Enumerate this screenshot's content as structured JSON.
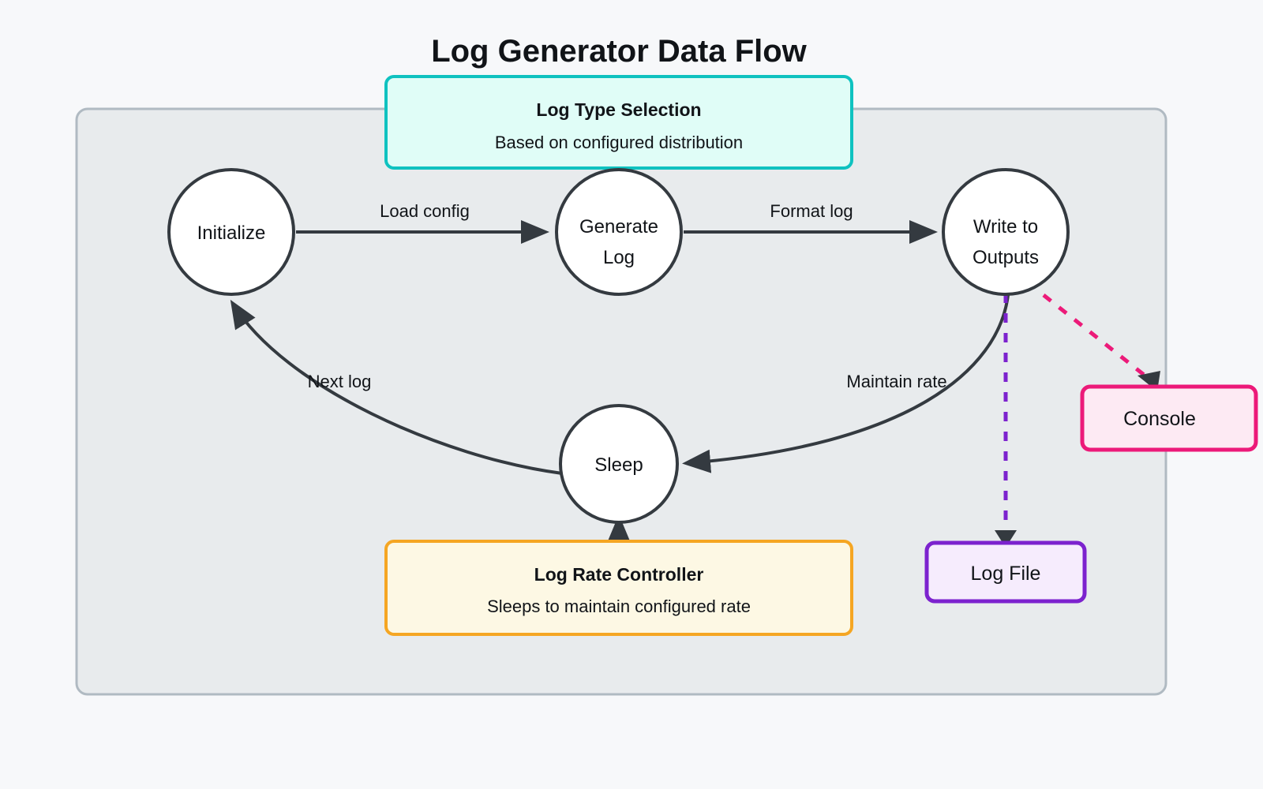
{
  "page": {
    "title": "Log Generator Data Flow",
    "background_color": "#f7f8fa"
  },
  "container": {
    "name": "subgraph-container",
    "fill": "#e8ebed",
    "stroke": "#b0bac2"
  },
  "theme": {
    "node_stroke": "#343a40",
    "node_fill": "#ffffff",
    "edge_color": "#343a40",
    "teal_border": "#0fc2c0",
    "teal_fill": "#e0fdf7",
    "orange_border": "#f5a623",
    "orange_fill": "#fdf8e4",
    "pink_border": "#ec1a79",
    "pink_fill": "#fdeaf3",
    "purple_border": "#7c22ce",
    "purple_fill": "#f6ecfd",
    "purple_dash": "#7c22ce",
    "pink_dash": "#ec1a79"
  },
  "nodes": {
    "initialize": {
      "label": "Initialize",
      "shape": "circle"
    },
    "generate_log": {
      "label_line1": "Generate",
      "label_line2": "Log",
      "shape": "circle"
    },
    "write_to_outputs": {
      "label_line1": "Write to",
      "label_line2": "Outputs",
      "shape": "circle"
    },
    "sleep": {
      "label": "Sleep",
      "shape": "circle"
    }
  },
  "boxes": {
    "log_type_selection": {
      "title": "Log Type Selection",
      "subtitle": "Based on configured distribution",
      "color": "teal"
    },
    "log_rate_controller": {
      "title": "Log Rate Controller",
      "subtitle": "Sleeps to maintain configured rate",
      "color": "orange"
    },
    "console": {
      "label": "Console",
      "color": "pink"
    },
    "log_file": {
      "label": "Log File",
      "color": "purple"
    }
  },
  "edges": [
    {
      "from": "initialize",
      "to": "generate_log",
      "label": "Load config",
      "style": "solid"
    },
    {
      "from": "generate_log",
      "to": "write_to_outputs",
      "label": "Format log",
      "style": "solid"
    },
    {
      "from": "write_to_outputs",
      "to": "sleep",
      "label": "Maintain rate",
      "style": "solid"
    },
    {
      "from": "sleep",
      "to": "initialize",
      "label": "Next log",
      "style": "solid"
    },
    {
      "from": "generate_log",
      "to": "log_type_selection",
      "label": "",
      "style": "solid"
    },
    {
      "from": "log_rate_controller",
      "to": "sleep",
      "label": "",
      "style": "solid"
    },
    {
      "from": "write_to_outputs",
      "to": "log_file",
      "label": "",
      "style": "dashed"
    },
    {
      "from": "write_to_outputs",
      "to": "console",
      "label": "",
      "style": "dashed"
    }
  ]
}
